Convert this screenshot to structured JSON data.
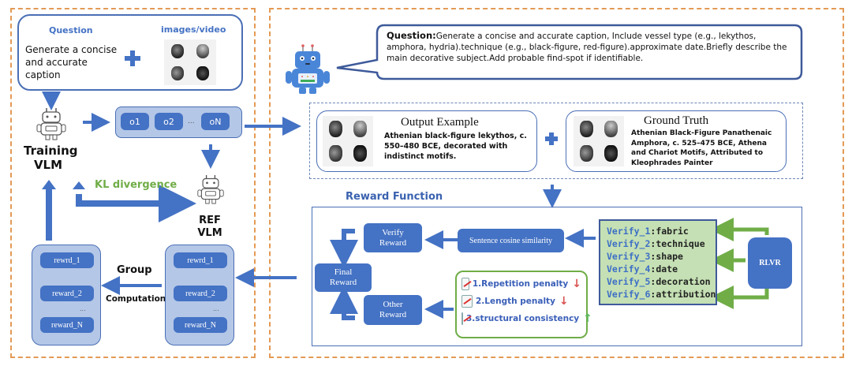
{
  "left_panel": {
    "question_label": "Question",
    "question_text": "Generate a concise and accurate caption",
    "images_label": "images/video",
    "training_vlm_label": "Training VLM",
    "outputs": [
      "o1",
      "o2",
      "...",
      "oN"
    ],
    "kl_label": "KL divergence",
    "ref_vlm_label": "REF VLM",
    "group_label": "Group",
    "computation_label": "Computation",
    "rewards_left": [
      "rewrd_1",
      "reward_2",
      "...",
      "reward_N"
    ],
    "rewards_right": [
      "rewrd_1",
      "reward_2",
      "...",
      "reward_N"
    ]
  },
  "right_panel": {
    "question_bold": "Question:",
    "question_text": "Generate a concise and accurate caption,  Include vessel type (e.g., lekythos, amphora, hydria).technique (e.g., black-figure, red-figure).approximate date.Briefly describe the main decorative subject.Add probable find-spot if identifiable.",
    "output_example": {
      "title": "Output Example",
      "text": "Athenian black-figure lekythos, c. 550–480 BCE, decorated with indistinct motifs."
    },
    "ground_truth": {
      "title": "Ground Truth",
      "text": "Athenian Black-Figure Panathenaic Amphora, c. 525–475 BCE, Athena and Chariot Motifs, Attributed to Kleophrades Painter"
    },
    "reward_function_label": "Reward Function",
    "verify_reward": "Verify Reward",
    "final_reward": "Final Reward",
    "other_reward": "Other Reward",
    "sentence_similarity": "Sentence cosine similarity",
    "penalties": [
      {
        "label": "1.Repetition penalty",
        "direction": "down"
      },
      {
        "label": "2.Length penalty",
        "direction": "down"
      },
      {
        "label": "3.structural consistency",
        "direction": "up"
      }
    ],
    "verify_items": [
      {
        "key": "Verify_1",
        "value": ":fabric"
      },
      {
        "key": "Verify_2",
        "value": ":technique"
      },
      {
        "key": "Verify_3",
        "value": ":shape"
      },
      {
        "key": "Verify_4",
        "value": ":date"
      },
      {
        "key": "Verify_5",
        "value": ":decoration"
      },
      {
        "key": "Verify_6",
        "value": ":attribution"
      }
    ],
    "rlvr_label": "RLVR"
  },
  "colors": {
    "primary_blue": "#4472c4",
    "light_blue_fill": "#b4c7e7",
    "dashed_orange": "#e39a55",
    "green": "#70ad47",
    "verify_bg": "#c5e0b4",
    "kl_green": "#70ad47"
  }
}
